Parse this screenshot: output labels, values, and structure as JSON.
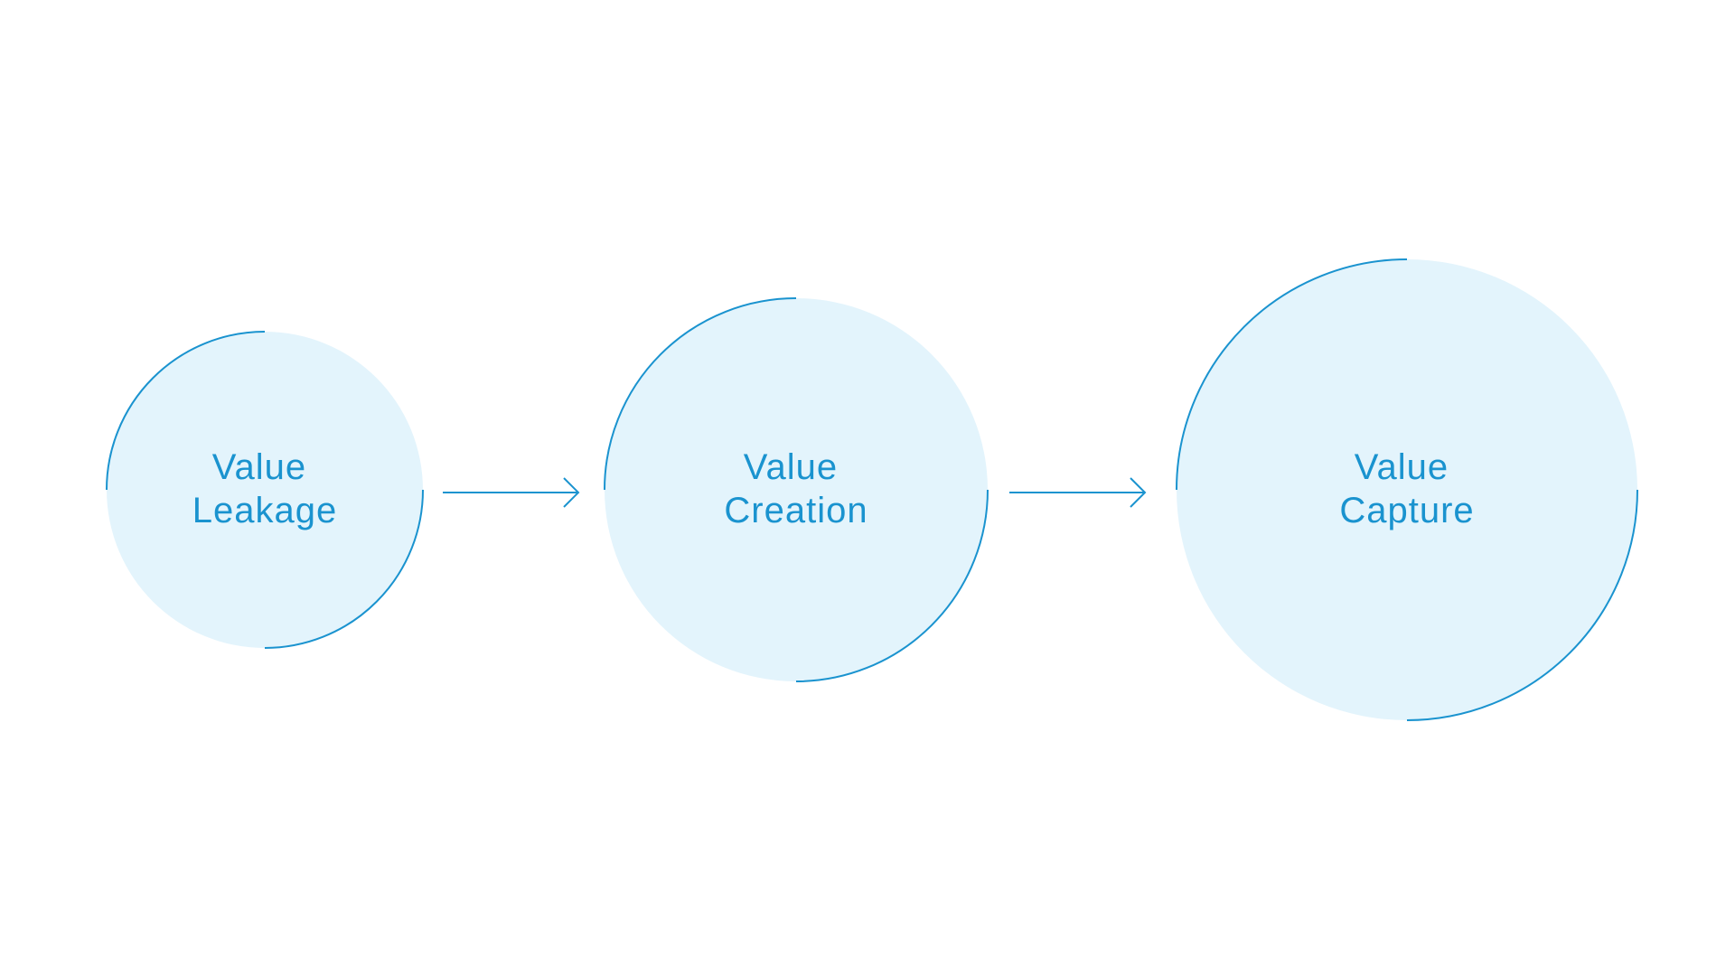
{
  "colors": {
    "background": "#ffffff",
    "circle_fill": "#e3f4fc",
    "accent": "#1a93cf"
  },
  "stages": [
    {
      "line1": "Value",
      "line2": "Leakage"
    },
    {
      "line1": "Value",
      "line2": "Creation"
    },
    {
      "line1": "Value",
      "line2": "Capture"
    }
  ],
  "connectors": [
    {
      "from": "Value Leakage",
      "to": "Value Creation",
      "icon": "arrow-right-icon"
    },
    {
      "from": "Value Creation",
      "to": "Value Capture",
      "icon": "arrow-right-icon"
    }
  ]
}
